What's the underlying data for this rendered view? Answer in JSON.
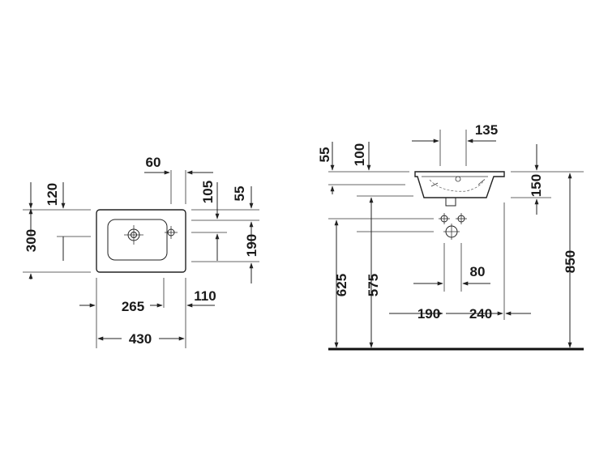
{
  "top_view": {
    "dims": {
      "d60": "60",
      "d120": "120",
      "d105": "105",
      "d55": "55",
      "d300": "300",
      "d190": "190",
      "d265": "265",
      "d110": "110",
      "d430": "430"
    }
  },
  "side_view": {
    "dims": {
      "d55": "55",
      "d100": "100",
      "d135": "135",
      "d150": "150",
      "d625": "625",
      "d575": "575",
      "d80": "80",
      "d190": "190",
      "d240": "240",
      "d850": "850"
    }
  }
}
